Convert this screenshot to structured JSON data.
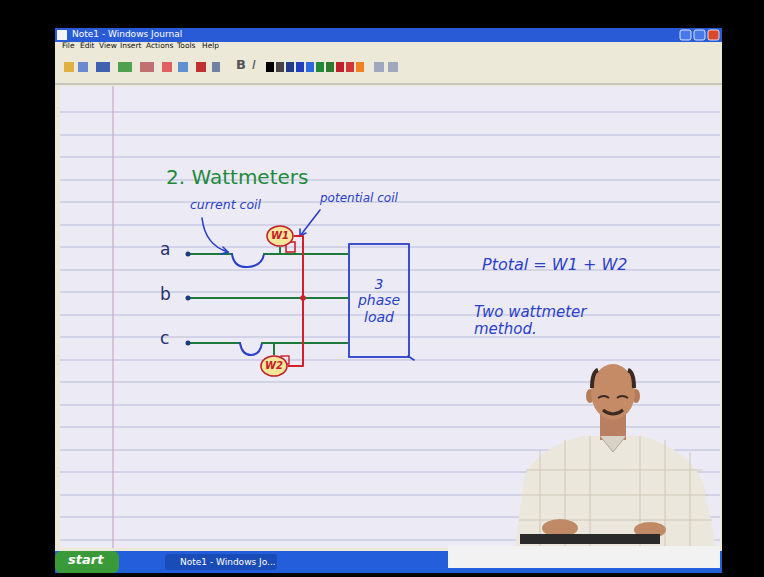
{
  "diagram": {
    "title": "2. Wattmeters",
    "nodes": [
      {
        "text": [
          "W1"
        ]
      },
      {
        "text": [
          "3 phase load"
        ]
      },
      {
        "text": [
          "W2"
        ]
      }
    ],
    "edges": [
      {
        "from": 0,
        "to": 1,
        "arrow": "none"
      },
      {
        "from": 2,
        "to": 1,
        "arrow": "none"
      },
      {
        "from": 0,
        "to": 2,
        "arrow": "none"
      }
    ],
    "labels": [
      "Note1 - Windows Journal",
      "File",
      "Edit",
      "View",
      "Insert",
      "Actions",
      "Tools",
      "Help",
      "B",
      "I",
      "current coil",
      "potential coil",
      "a",
      "b",
      "c",
      "Ptotal = W1 + W2",
      "Two wattmeter method.",
      "start",
      "Note1 - Windows Jo..."
    ]
  }
}
